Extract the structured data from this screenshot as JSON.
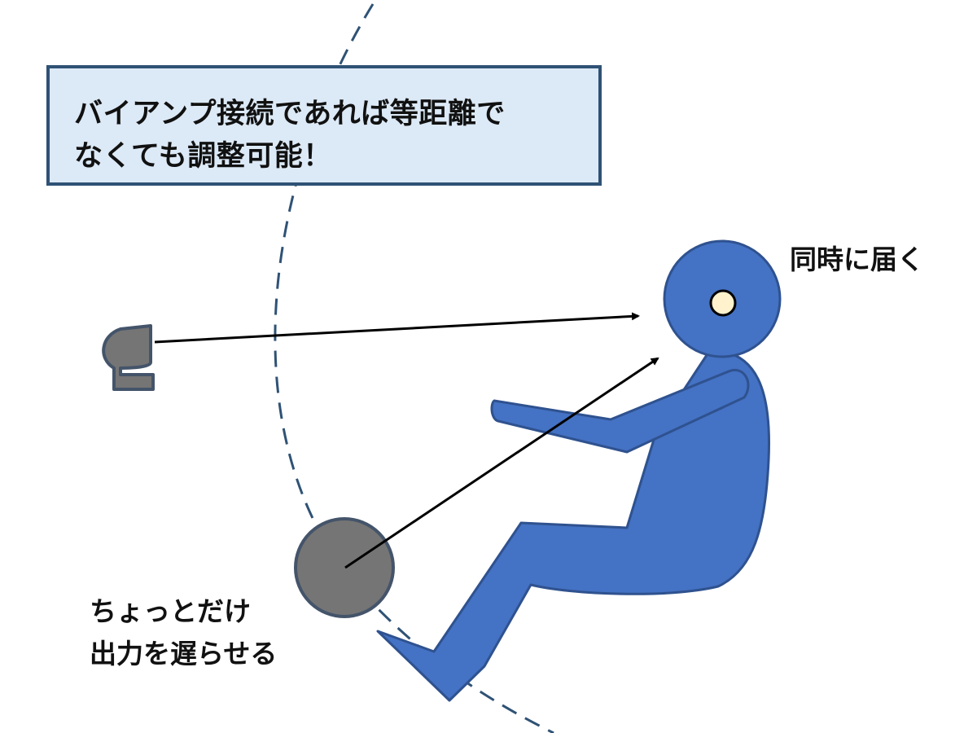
{
  "callout": {
    "lines": [
      "バイアンプ接続であれば等距離で",
      "なくても調整可能！"
    ]
  },
  "labels": {
    "arrive_simultaneously": "同時に届く",
    "delay_output": [
      "ちょっとだけ",
      "出力を遅らせる"
    ]
  },
  "colors": {
    "person": "#4472c4",
    "person_outline": "#2f528f",
    "speaker": "#757575",
    "speaker_outline": "#44546a",
    "arc": "#2f5275",
    "callout_bg": "#dce9f6",
    "callout_border": "#2f5275",
    "ear": "#fff2cc"
  }
}
